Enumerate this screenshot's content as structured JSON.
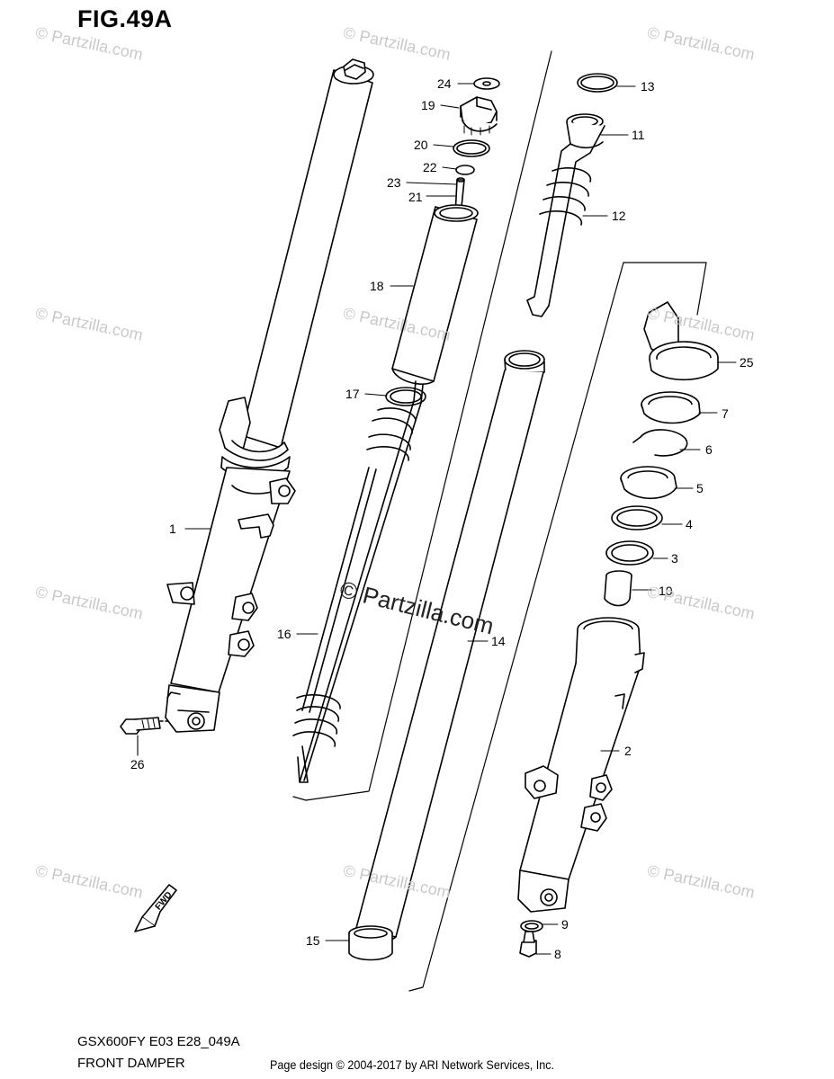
{
  "figure": {
    "title": "FIG.49A",
    "model_code": "GSX600FY E03 E28_049A",
    "section_name": "FRONT DAMPER",
    "credit": "Page design © 2004-2017 by ARI Network Services, Inc.",
    "center_watermark": "© Partzilla.com",
    "watermark": "© Partzilla.com",
    "fwd_label": "FWD"
  },
  "callouts": [
    {
      "id": "c24",
      "label": "24"
    },
    {
      "id": "c19",
      "label": "19"
    },
    {
      "id": "c20",
      "label": "20"
    },
    {
      "id": "c22",
      "label": "22"
    },
    {
      "id": "c23",
      "label": "23"
    },
    {
      "id": "c21",
      "label": "21"
    },
    {
      "id": "c18",
      "label": "18"
    },
    {
      "id": "c17",
      "label": "17"
    },
    {
      "id": "c16",
      "label": "16"
    },
    {
      "id": "c15",
      "label": "15"
    },
    {
      "id": "c14",
      "label": "14"
    },
    {
      "id": "c13",
      "label": "13"
    },
    {
      "id": "c11",
      "label": "11"
    },
    {
      "id": "c12",
      "label": "12"
    },
    {
      "id": "c25",
      "label": "25"
    },
    {
      "id": "c7",
      "label": "7"
    },
    {
      "id": "c6",
      "label": "6"
    },
    {
      "id": "c5",
      "label": "5"
    },
    {
      "id": "c4",
      "label": "4"
    },
    {
      "id": "c3",
      "label": "3"
    },
    {
      "id": "c10",
      "label": "10"
    },
    {
      "id": "c2",
      "label": "2"
    },
    {
      "id": "c9",
      "label": "9"
    },
    {
      "id": "c8",
      "label": "8"
    },
    {
      "id": "c1",
      "label": "1"
    },
    {
      "id": "c26",
      "label": "26"
    }
  ]
}
